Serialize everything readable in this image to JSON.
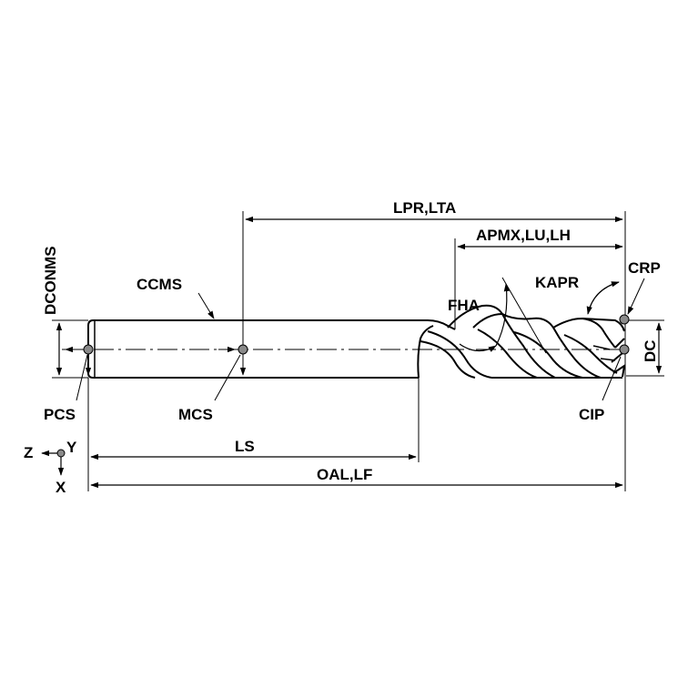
{
  "labels": {
    "lpr_lta": "LPR,LTA",
    "apmx_lu_lh": "APMX,LU,LH",
    "crp": "CRP",
    "kapr": "KAPR",
    "fha": "FHA",
    "ccms": "CCMS",
    "dconms": "DCONMS",
    "dc": "DC",
    "pcs": "PCS",
    "mcs": "MCS",
    "cip": "CIP",
    "ls": "LS",
    "oal_lf": "OAL,LF",
    "axis_z": "Z",
    "axis_y": "Y",
    "axis_x": "X"
  },
  "colors": {
    "ink": "#000000",
    "point_fill": "#8a8a8a",
    "background": "#ffffff"
  }
}
